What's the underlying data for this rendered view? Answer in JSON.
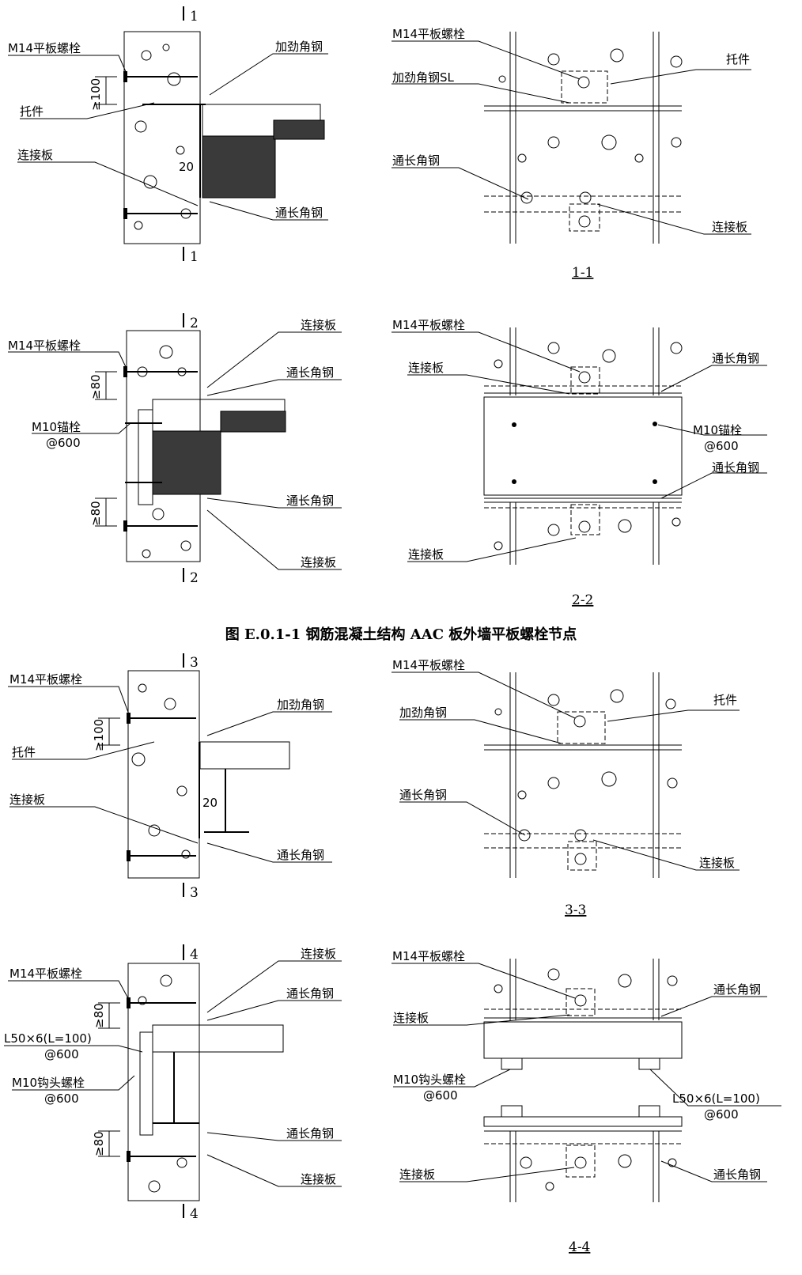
{
  "caption": "图 E.0.1-1   钢筋混凝土结构 AAC 板外墙平板螺栓节点",
  "sections": {
    "s1": {
      "mark": "1",
      "title": "1-1"
    },
    "s2": {
      "mark": "2",
      "title": "2-2"
    },
    "s3": {
      "mark": "3",
      "title": "3-3"
    },
    "s4": {
      "mark": "4",
      "title": "4-4"
    }
  },
  "labels": {
    "m14": "M14平板螺栓",
    "stiff": "加劲角钢",
    "stiff_sl": "加劲角钢SL",
    "bracket": "托件",
    "plate": "连接板",
    "angle": "通长角钢",
    "m10_anchor": "M10锚栓",
    "m10_hook": "M10钩头螺栓",
    "at600": "@600",
    "l50": "L50×6(L=100)",
    "ge100": "≥100",
    "ge80": "≥80",
    "gap20": "20"
  }
}
